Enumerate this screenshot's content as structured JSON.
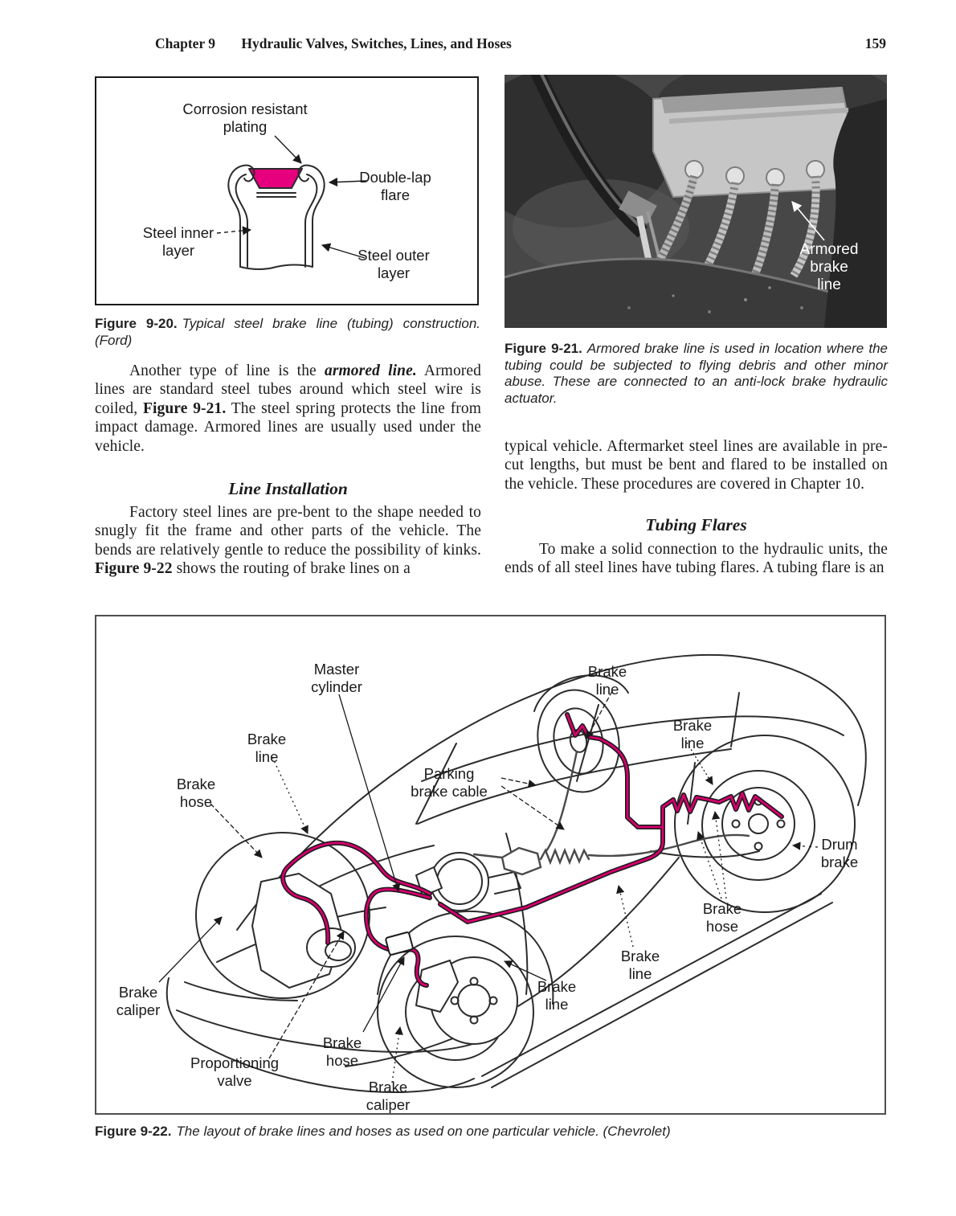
{
  "header": {
    "chapter": "Chapter 9",
    "title": "Hydraulic Valves, Switches, Lines, and Hoses",
    "page_number": "159"
  },
  "fig20": {
    "labels": {
      "plating": "Corrosion resistant\nplating",
      "flare": "Double-lap\nflare",
      "inner": "Steel inner\nlayer",
      "outer": "Steel outer\nlayer"
    },
    "plating_color": "#e6007e",
    "caption_label": "Figure 9-20.",
    "caption_text": "Typical steel brake line (tubing) construction. (Ford)"
  },
  "fig21": {
    "overlay_label": "Armored\nbrake line",
    "caption_label": "Figure 9-21.",
    "caption_text": "Armored brake line is used in location where the tubing could be subjected to flying debris and other minor abuse. These are connected to an anti-lock brake hydraulic actuator."
  },
  "column_left": {
    "para1": {
      "t1": "Another type of line is the ",
      "b1": "armored line.",
      "t2": " Armored lines are standard steel tubes around which steel wire is coiled, ",
      "b2": "Figure 9-21.",
      "t3": " The steel spring protects the line from impact damage. Armored lines are usually used under the vehicle."
    },
    "heading1": "Line Installation",
    "para2": {
      "t1": "Factory steel lines are pre-bent to the shape needed to snugly fit the frame and other parts of the vehicle. The bends are relatively gentle to reduce the possibility of kinks. ",
      "b1": "Figure 9-22",
      "t2": " shows the routing of brake lines on a"
    }
  },
  "column_right": {
    "para1": "typical vehicle. Aftermarket steel lines are available in pre-cut lengths, but must be bent and flared to be installed on the vehicle. These procedures are covered in Chapter 10.",
    "heading1": "Tubing Flares",
    "para2": "To make a solid connection to the hydraulic units, the ends of all steel lines have tubing flares. A tubing flare is an"
  },
  "fig22": {
    "line_color": "#d6006e",
    "labels": [
      "Master\ncylinder",
      "Brake\nline",
      "Brake\nline",
      "Brake\nline",
      "Brake\nhose",
      "Parking\nbrake cable",
      "Drum\nbrake",
      "Brake\nhose",
      "Brake\nline",
      "Brake\nline",
      "Brake\ncaliper",
      "Brake\nhose",
      "Proportioning\nvalve",
      "Brake\ncaliper"
    ],
    "caption_label": "Figure 9-22.",
    "caption_text": "The layout of brake lines and hoses as used on one particular vehicle. (Chevrolet)"
  }
}
